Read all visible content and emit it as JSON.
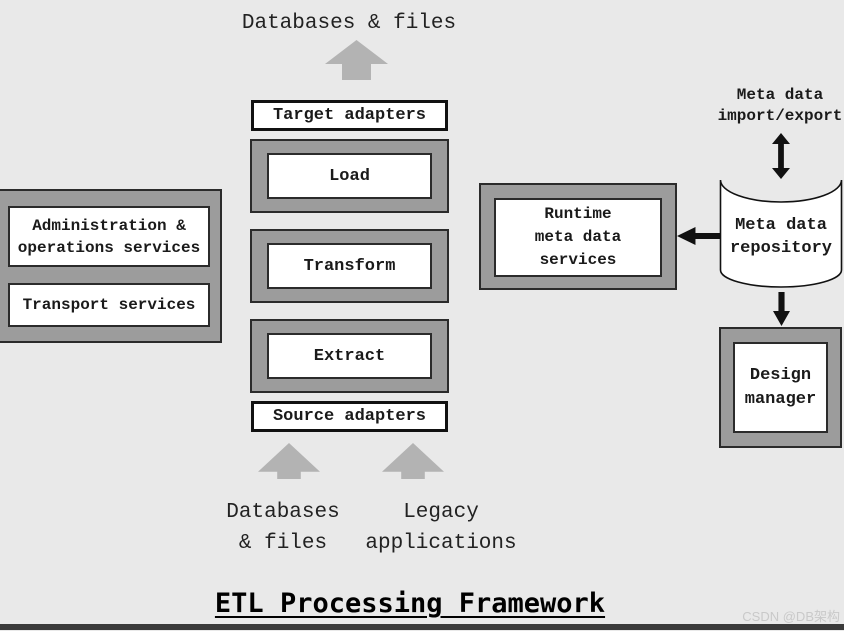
{
  "title": "ETL Processing Framework",
  "watermark": "CSDN @DB架构",
  "colors": {
    "background": "#e9e9e9",
    "panel_gray": "#9c9c9c",
    "arrow_light_gray": "#b3b3b3",
    "border_dark": "#2b2b2b",
    "box_border_black": "#111111",
    "arrow_black": "#111111",
    "text": "#1a1a1a",
    "watermark": "#c9c9c9",
    "bottom_bar": "#3a3a3a"
  },
  "top_source": {
    "label": "Databases & files"
  },
  "etl_stack": {
    "target_adapters_label": "Target adapters",
    "stages": [
      {
        "label": "Load"
      },
      {
        "label": "Transform"
      },
      {
        "label": "Extract"
      }
    ],
    "source_adapters_label": "Source adapters"
  },
  "services_panel": {
    "admin_label": "Administration &\noperations services",
    "transport_label": "Transport services"
  },
  "runtime_services": {
    "label": "Runtime\nmeta data\nservices"
  },
  "import_export": {
    "label": "Meta data\nimport/export"
  },
  "repository": {
    "label": "Meta data\nrepository"
  },
  "design_manager": {
    "label": "Design\nmanager"
  },
  "bottom_sources": [
    {
      "label": "Databases\n& files"
    },
    {
      "label": "Legacy\napplications"
    }
  ]
}
